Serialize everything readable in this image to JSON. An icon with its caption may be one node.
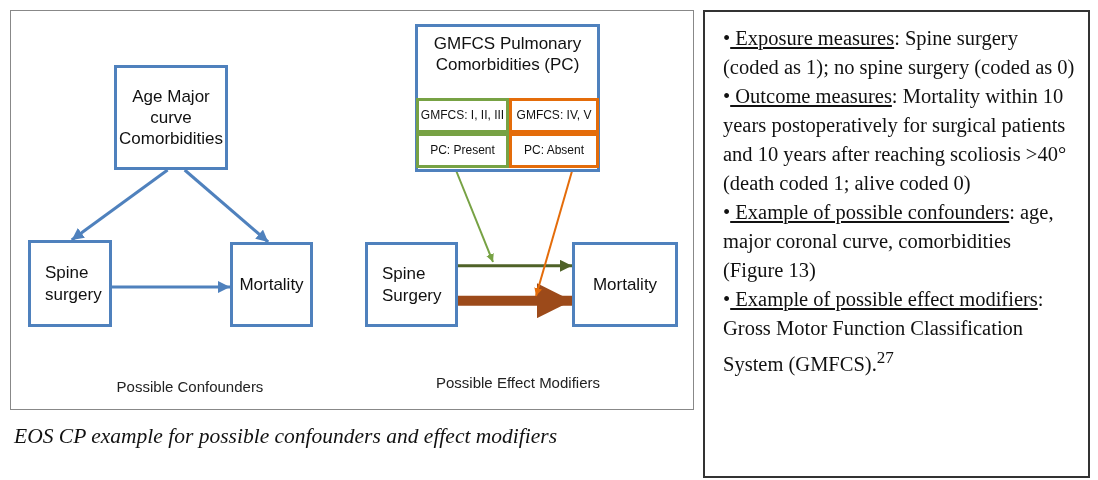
{
  "diagram": {
    "caption": "EOS CP example for possible confounders and effect modifiers",
    "nodes": [
      {
        "text": [
          "Age Major curve Comorbidities"
        ]
      },
      {
        "text": [
          "Spine surgery"
        ]
      },
      {
        "text": [
          "Mortality"
        ]
      },
      {
        "text": [
          "GMFCS Pulmonary Comorbidities (PC)"
        ]
      },
      {
        "text": [
          "GMFCS: I, II, III"
        ],
        "in": 3
      },
      {
        "text": [
          "GMFCS: IV, V"
        ],
        "in": 3
      },
      {
        "text": [
          "PC: Present"
        ],
        "in": 3
      },
      {
        "text": [
          "PC: Absent"
        ],
        "in": 3
      },
      {
        "text": [
          "Spine Surgery"
        ]
      },
      {
        "text": [
          "Mortality"
        ]
      }
    ],
    "edges": [
      {
        "from": 0,
        "to": 1,
        "arrow": "to"
      },
      {
        "from": 0,
        "to": 2,
        "arrow": "to"
      },
      {
        "from": 1,
        "to": 2,
        "arrow": "to"
      },
      {
        "from": 8,
        "to": 9,
        "arrow": "to",
        "color": "#4f6228"
      },
      {
        "from": 8,
        "to": 9,
        "arrow": "to",
        "style": "thick",
        "color": "#9c4a1a"
      },
      {
        "from": 6,
        "to": null,
        "arrow": "to",
        "color": "#77a244"
      },
      {
        "from": 7,
        "to": null,
        "arrow": "to",
        "color": "#e46c0a"
      }
    ],
    "labels": [
      "Possible Confounders",
      "Possible Effect Modifiers",
      "• Exposure measures: Spine surgery (coded as 1); no spine surgery (coded as 0)",
      "• Outcome measures: Mortality within 10 years postoperatively for surgical patients and 10 years after reaching scoliosis >40° (death coded 1; alive coded 0)",
      "• Example of possible confounders: age, major coronal curve, comorbidities (Figure 13)",
      "• Example of possible effect modifiers: Gross Motor Function Classification System (GMFCS).$^{27}$"
    ]
  }
}
